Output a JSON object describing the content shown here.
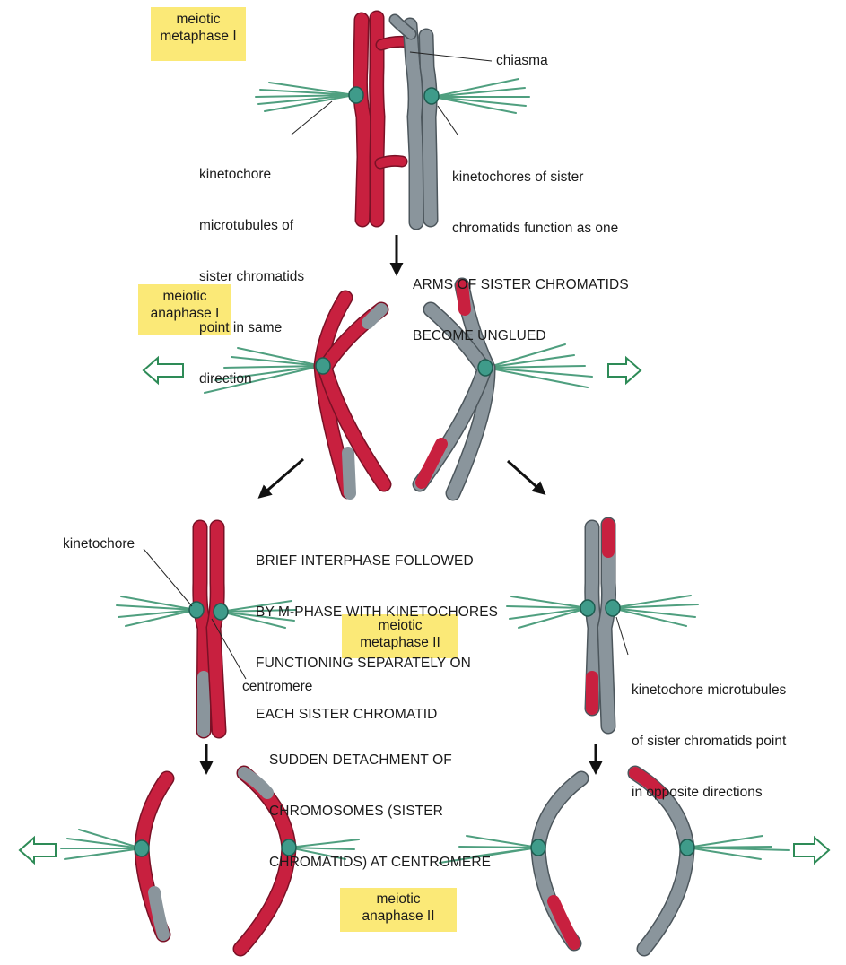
{
  "stages": {
    "metaphase1": [
      "meiotic",
      "metaphase I"
    ],
    "anaphase1": [
      "meiotic",
      "anaphase I"
    ],
    "metaphase2": [
      "meiotic",
      "metaphase II"
    ],
    "anaphase2": [
      "meiotic",
      "anaphase II"
    ]
  },
  "labels": {
    "chiasma": "chiasma",
    "kt_same_direction": [
      "kinetochore",
      "microtubules of",
      "sister chromatids",
      "point in same",
      "direction"
    ],
    "kt_function_as_one": [
      "kinetochores of sister",
      "chromatids function as one"
    ],
    "kinetochore": "kinetochore",
    "centromere": "centromere",
    "kt_opposite": [
      "kinetochore microtubules",
      "of sister chromatids point",
      "in opposite directions"
    ]
  },
  "steps": {
    "unglued": [
      "ARMS OF SISTER CHROMATIDS",
      "BECOME UNGLUED"
    ],
    "interphase": [
      "BRIEF INTERPHASE FOLLOWED",
      "BY M-PHASE WITH KINETOCHORES",
      "FUNCTIONING SEPARATELY ON",
      "EACH SISTER CHROMATID"
    ],
    "detachment": [
      "SUDDEN DETACHMENT OF",
      "CHROMOSOMES (SISTER",
      "CHROMATIDS) AT CENTROMERE"
    ]
  },
  "colors": {
    "maternal_red": "#c8203f",
    "paternal_gray": "#8a959c",
    "kinetochore_teal": "#3f9b8a",
    "microtubule_green": "#4f9f7f",
    "pole_arrow_green": "#2e8b57",
    "stage_label_bg": "#fbe977"
  }
}
